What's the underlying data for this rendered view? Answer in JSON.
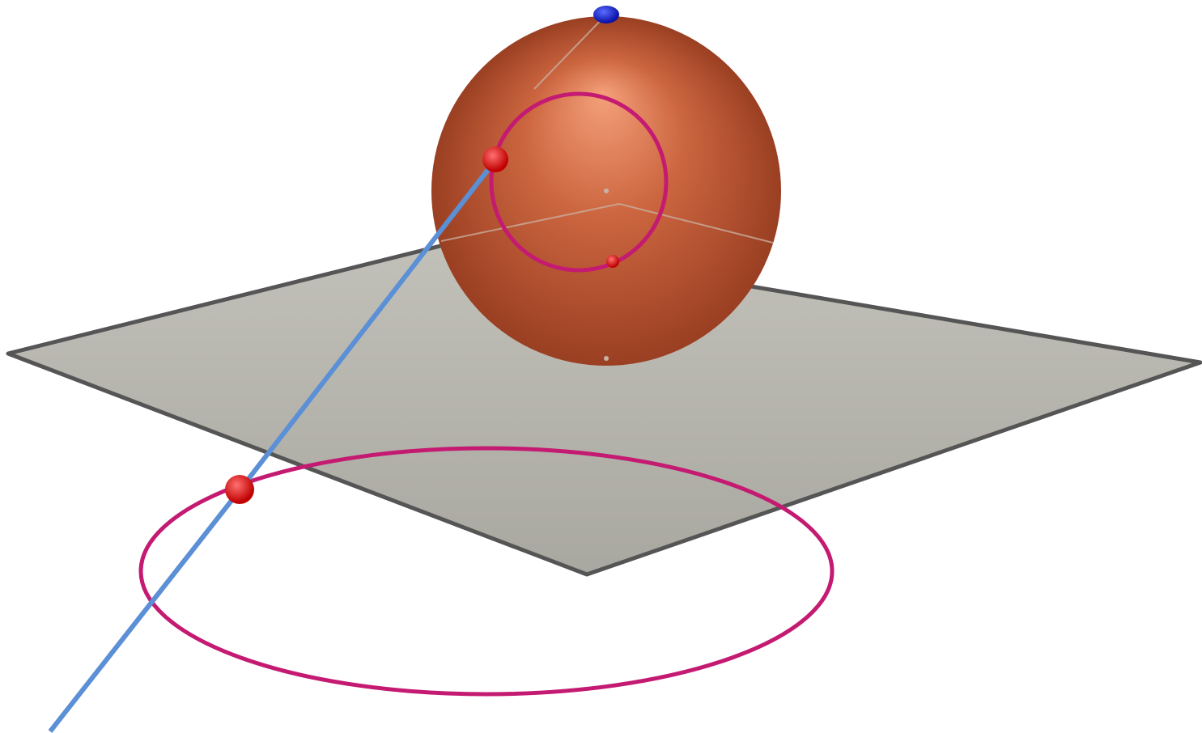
{
  "scene": {
    "background_color": "#ffffff",
    "plane": {
      "fill_color": "#b0afa6",
      "edge_color": "#555555"
    },
    "sphere": {
      "base_color": "#cc6640",
      "highlight_color": "#f4a07a",
      "shadow_color": "#9a3f22"
    },
    "axes": {
      "color": "#bdbdbd"
    },
    "projection_line": {
      "color": "#5b8fd6"
    },
    "circles": [
      {
        "id": "circle-on-sphere",
        "color": "#c41a72"
      },
      {
        "id": "stereographic-image-circle",
        "color": "#c41a72"
      }
    ],
    "points": [
      {
        "id": "north-pole",
        "color": "#1820d0",
        "icon": "blue-dot"
      },
      {
        "id": "point-on-sphere-circle",
        "color": "#e01a1a",
        "icon": "red-dot"
      },
      {
        "id": "point-on-small-circle",
        "color": "#e01a1a",
        "icon": "red-dot"
      },
      {
        "id": "projected-point",
        "color": "#e01a1a",
        "icon": "red-dot"
      }
    ]
  }
}
